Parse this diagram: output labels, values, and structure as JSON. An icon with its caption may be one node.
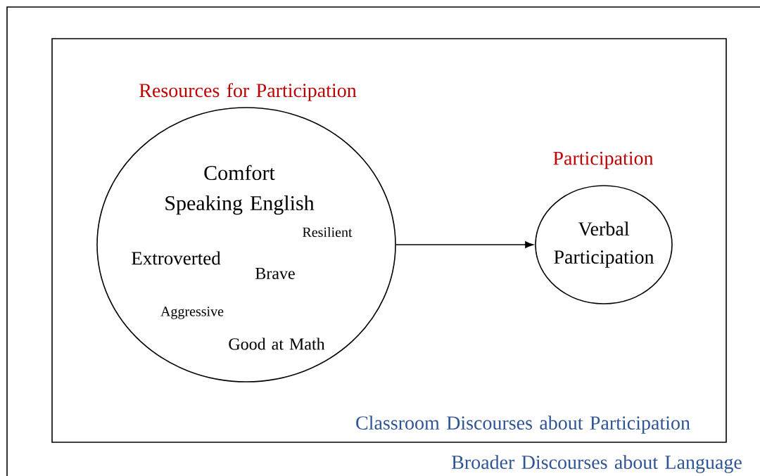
{
  "diagram": {
    "nodes": [
      {
        "text": [
          "Broader Discourses about Language"
        ]
      },
      {
        "text": [
          "Classroom Discourses about Participation"
        ],
        "in": 0
      },
      {
        "text": [
          "Resources for Participation",
          "Comfort Speaking English",
          "Resilient",
          "Extroverted",
          "Brave",
          "Aggressive",
          "Good at Math"
        ],
        "in": 1
      },
      {
        "text": [
          "Participation",
          "Verbal Participation"
        ],
        "in": 1
      }
    ],
    "edges": [
      {
        "from": 2,
        "to": 3,
        "arrow": "to"
      }
    ]
  }
}
